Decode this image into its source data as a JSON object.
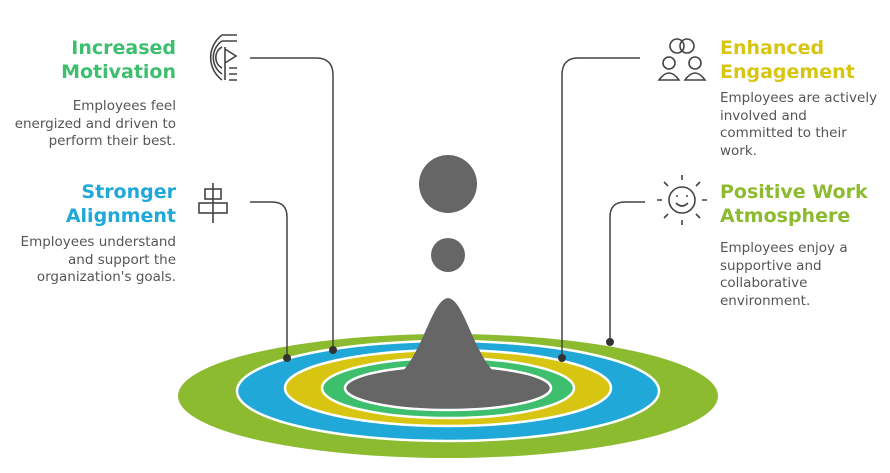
{
  "items": [
    {
      "title": "Increased Motivation",
      "desc": "Employees feel energized and driven to perform their best.",
      "color": "#3dbf6e",
      "icon": "motivation-flag-icon"
    },
    {
      "title": "Stronger Alignment",
      "desc": "Employees understand and support the organization's goals.",
      "color": "#1fa8d8",
      "icon": "align-center-icon"
    },
    {
      "title": "Enhanced Engagement",
      "desc": "Employees are actively involved and committed to their work.",
      "color": "#d7c512",
      "icon": "people-link-icon"
    },
    {
      "title": "Positive Work Atmosphere",
      "desc": "Employees enjoy a supportive and collaborative environment.",
      "color": "#8cbb2f",
      "icon": "smiling-sun-icon"
    }
  ]
}
